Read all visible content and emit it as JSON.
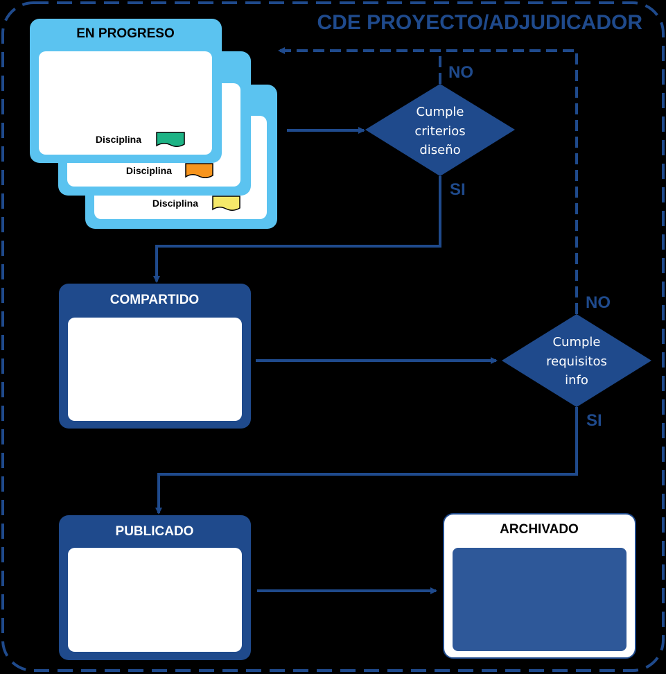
{
  "title": "CDE PROYECTO/ADJUDICADOR",
  "colors": {
    "background": "#000000",
    "navy": "#1f4a8c",
    "light_blue": "#5bc3f0",
    "archive_fill": "#2e5899",
    "flag_green": "#1db385",
    "flag_orange": "#f7941d",
    "flag_yellow": "#f5e96a"
  },
  "states": {
    "in_progress": {
      "title": "EN PROGRESO",
      "disciplines": [
        {
          "label": "Disciplina",
          "flag_color": "#1db385"
        },
        {
          "label": "Disciplina",
          "flag_color": "#f7941d"
        },
        {
          "label": "Disciplina",
          "flag_color": "#f5e96a"
        }
      ]
    },
    "shared": {
      "title": "COMPARTIDO"
    },
    "published": {
      "title": "PUBLICADO"
    },
    "archived": {
      "title": "ARCHIVADO"
    }
  },
  "decisions": {
    "design": {
      "lines": [
        "Cumple",
        "criterios",
        "diseño"
      ],
      "no": "NO",
      "yes": "SI"
    },
    "info": {
      "lines": [
        "Cumple",
        "requisitos",
        "info"
      ],
      "no": "NO",
      "yes": "SI"
    }
  },
  "icons": [
    "arrow-right-icon",
    "arrow-down-icon",
    "arrow-left-icon",
    "flag-icon"
  ]
}
